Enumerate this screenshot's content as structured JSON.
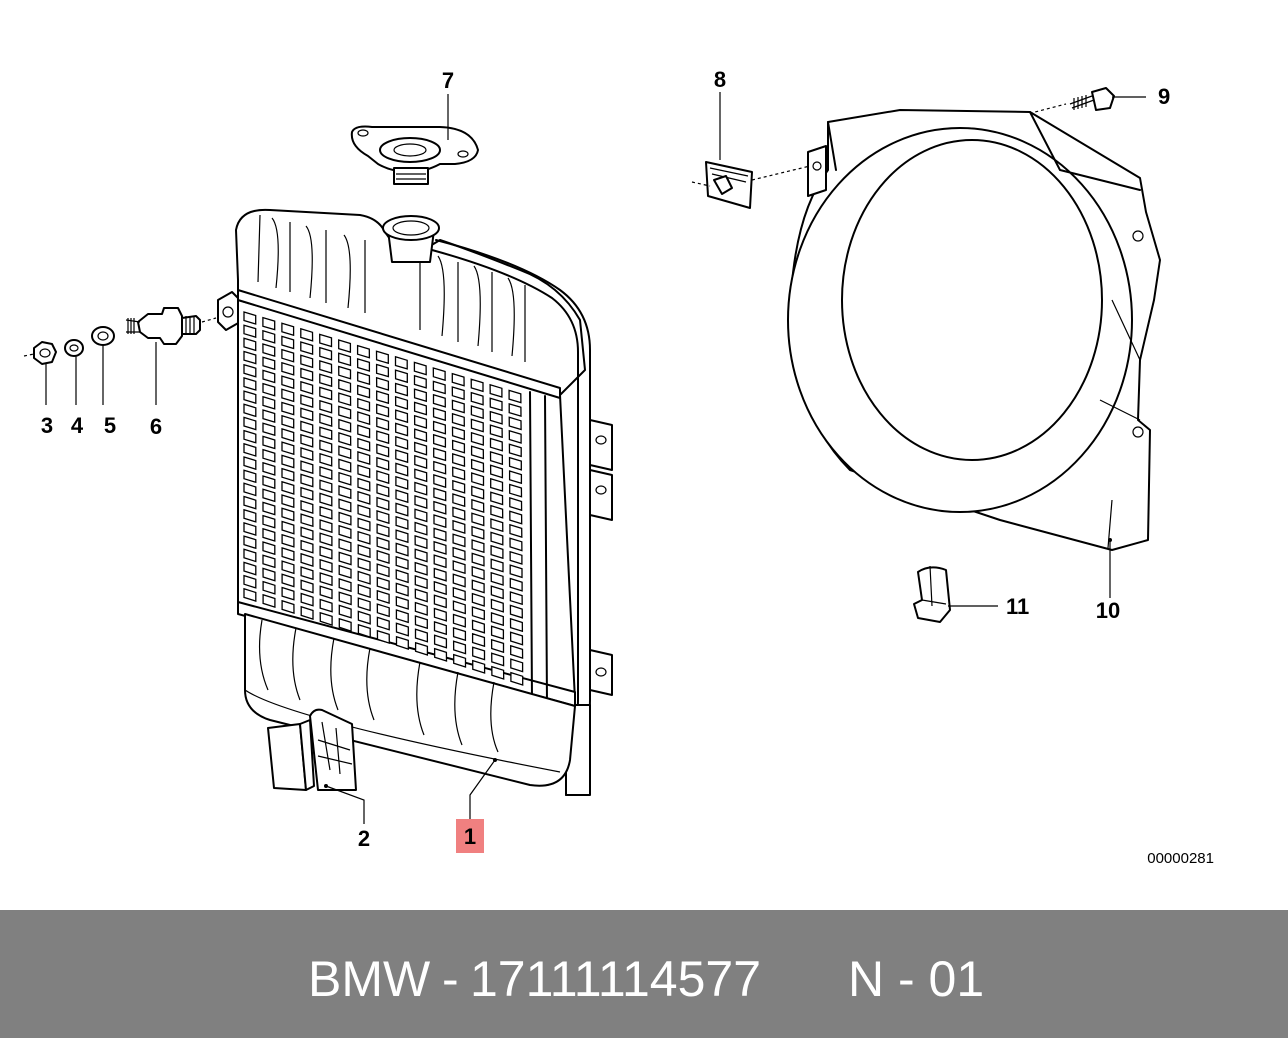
{
  "labels": {
    "part_1": "1",
    "part_2": "2",
    "part_3": "3",
    "part_4": "4",
    "part_5": "5",
    "part_6": "6",
    "part_7": "7",
    "part_8": "8",
    "part_9": "9",
    "part_10": "10",
    "part_11": "11"
  },
  "diagram_ref": "00000281",
  "highlight_color": "#f08080",
  "footer": {
    "brand": "BMW",
    "separator": "-",
    "part_number": "17111114577",
    "code": "N - 01",
    "background": "#808080",
    "text_color": "#ffffff"
  }
}
